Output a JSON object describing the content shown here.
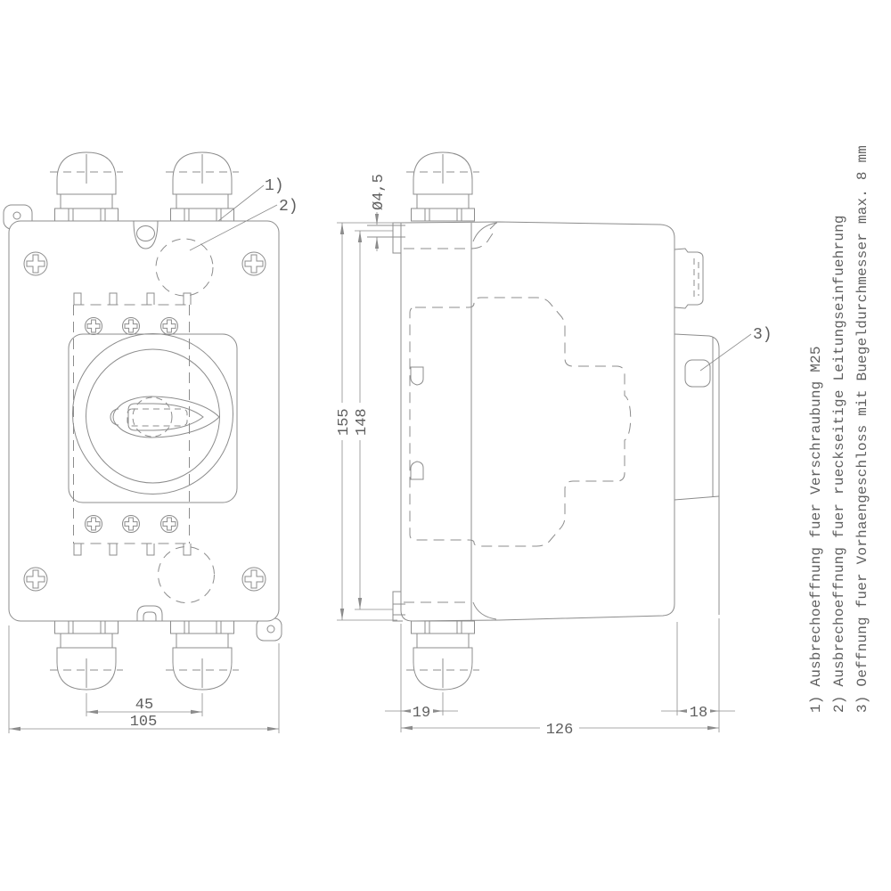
{
  "drawing": {
    "background": "#ffffff",
    "line_color": "#8c8c8c",
    "text_color": "#5f5f5f",
    "dimensions": {
      "gland_spacing": "45",
      "overall_width": "105",
      "hole_diameter": "Ø4,5",
      "overall_height": "155",
      "mounting_hole_spacing": "148",
      "gland_offset": "19",
      "overall_depth": "126",
      "bracket_depth": "18"
    },
    "callouts": {
      "one": "1)",
      "two": "2)",
      "three": "3)"
    },
    "notes": [
      "1) Ausbrechoeffnung fuer Verschraubung M25",
      "2) Ausbrechoeffnung fuer rueckseitige Leitungseinfuehrung",
      "3) Oeffnung fuer Vorhaengeschloss mit Buegeldurchmesser max. 8 mm"
    ]
  }
}
